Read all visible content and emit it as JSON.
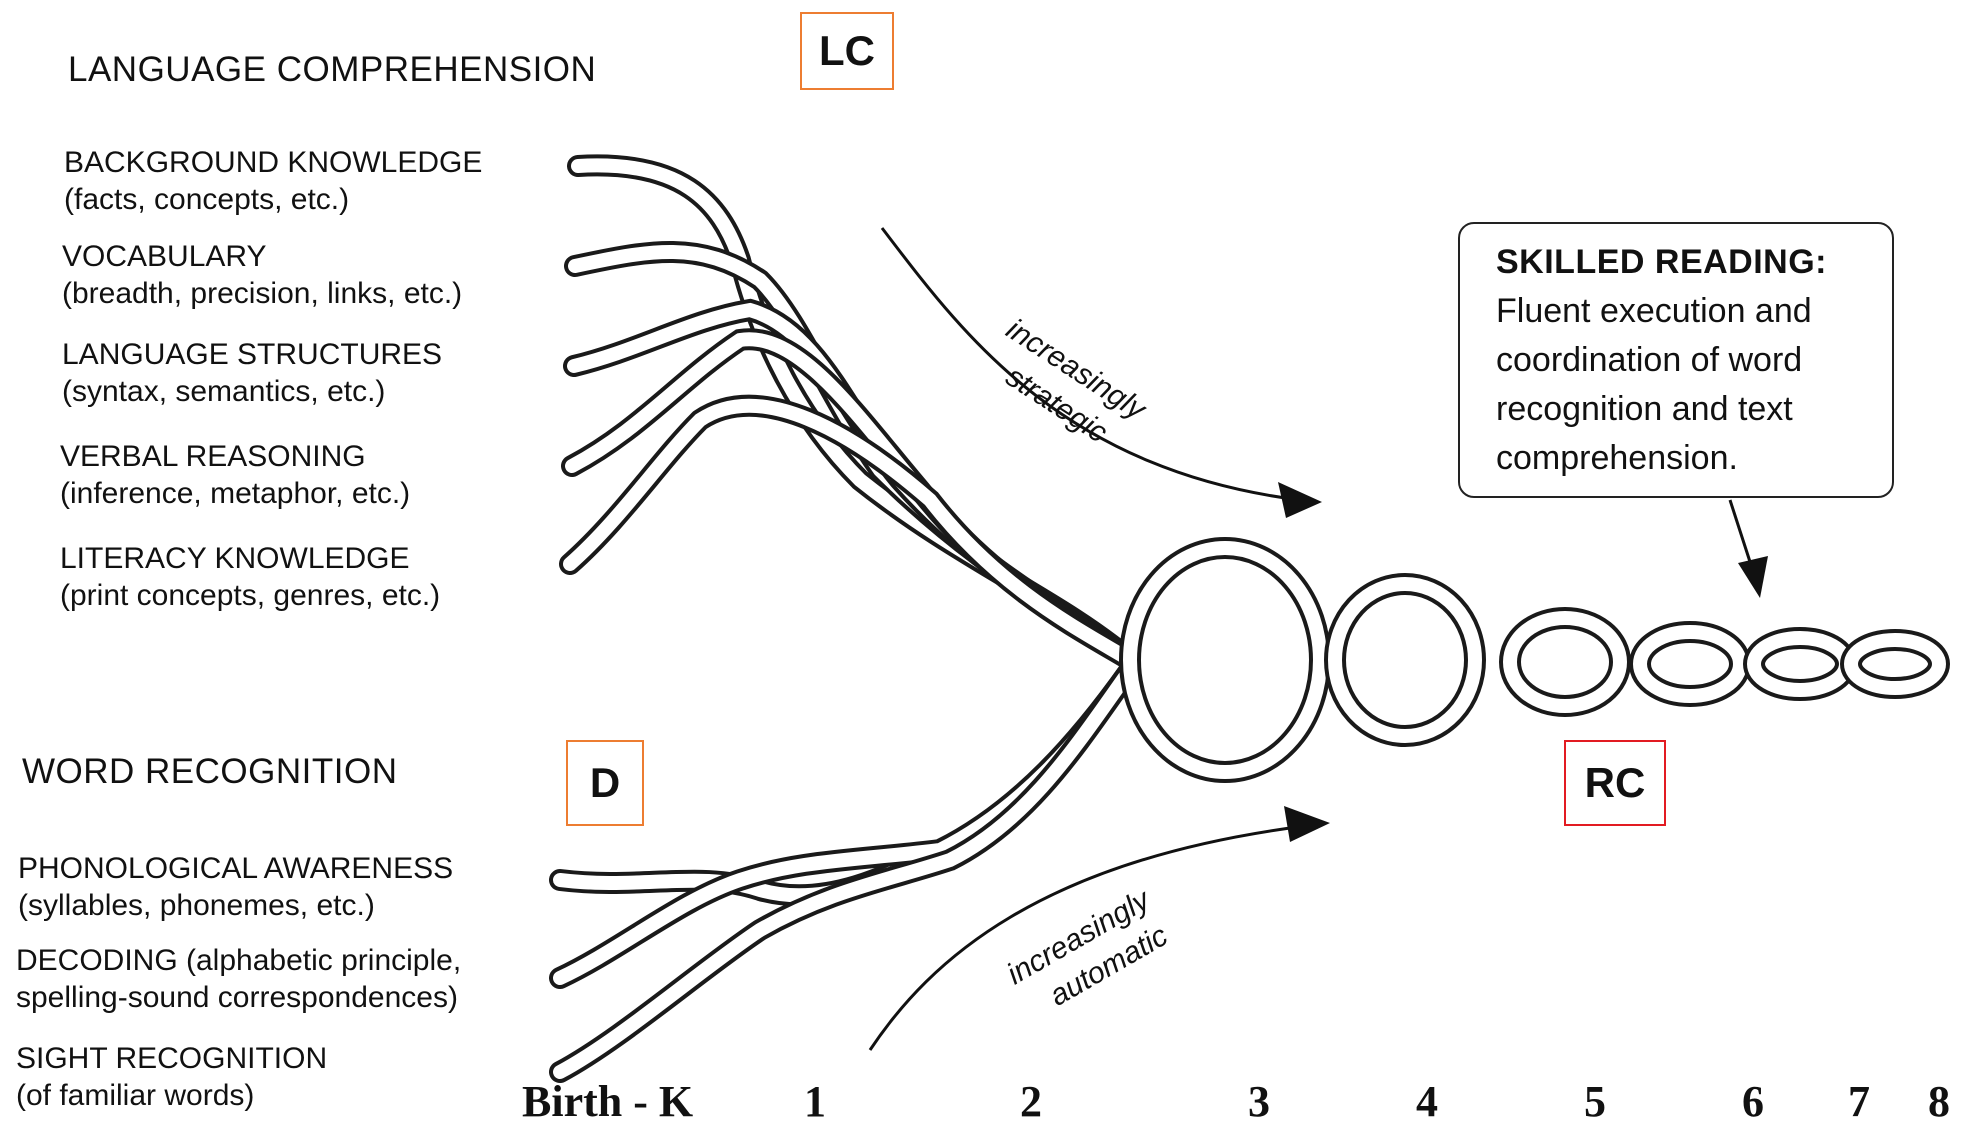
{
  "language_comprehension": {
    "heading": "LANGUAGE COMPREHENSION",
    "box": "LC",
    "strands": [
      {
        "title": "BACKGROUND KNOWLEDGE",
        "sub": "(facts, concepts, etc.)"
      },
      {
        "title": "VOCABULARY",
        "sub": "(breadth, precision, links, etc.)"
      },
      {
        "title": "LANGUAGE STRUCTURES",
        "sub": "(syntax, semantics, etc.)"
      },
      {
        "title": "VERBAL REASONING",
        "sub": "(inference, metaphor, etc.)"
      },
      {
        "title": "LITERACY KNOWLEDGE",
        "sub": "(print concepts, genres, etc.)"
      }
    ]
  },
  "word_recognition": {
    "heading": "WORD RECOGNITION",
    "box": "D",
    "strands": [
      {
        "title": "PHONOLOGICAL AWARENESS",
        "sub": "(syllables, phonemes, etc.)"
      },
      {
        "title": "DECODING (alphabetic principle,",
        "sub": "spelling-sound correspondences)"
      },
      {
        "title": "SIGHT RECOGNITION",
        "sub": "(of familiar words)"
      }
    ]
  },
  "arrows": {
    "top_line1": "increasingly",
    "top_line2": "strategic",
    "bottom_line1": "increasingly",
    "bottom_line2": "automatic"
  },
  "skilled_reading": {
    "title": "SKILLED READING:",
    "lines": [
      "Fluent execution and",
      "coordination of word",
      "recognition and text",
      "comprehension."
    ]
  },
  "result_box": "RC",
  "grades": [
    "Birth - K",
    "1",
    "2",
    "3",
    "4",
    "5",
    "6",
    "7",
    "8"
  ],
  "colors": {
    "box_orange": "#ed7d31",
    "box_red": "#e21b22",
    "ink": "#1a1a1a"
  }
}
